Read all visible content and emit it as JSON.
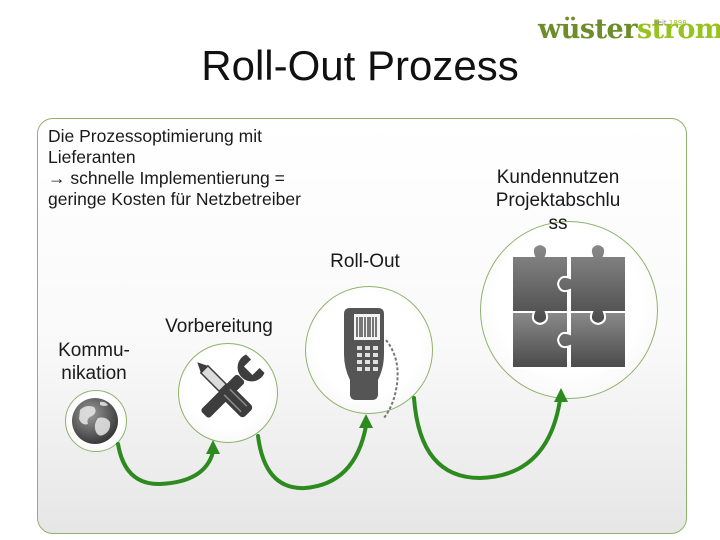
{
  "title": "Roll-Out Prozess",
  "logo": {
    "brand": "wüsterstrom",
    "since_prefix": "seit",
    "since_year": "1898"
  },
  "intro": {
    "line1": "Die Prozessoptimierung mit",
    "line2": "Lieferanten",
    "line3": "schnelle Implementierung =",
    "line4": "geringe Kosten für Netzbetreiber"
  },
  "stages": {
    "kommunikation": {
      "line1": "Kommu-",
      "line2": "nikation",
      "icon": "globe-icon"
    },
    "vorbereitung": {
      "label": "Vorbereitung",
      "icon": "tools-icon"
    },
    "rollout": {
      "label": "Roll-Out",
      "icon": "barcode-scanner-icon"
    },
    "kundennutzen": {
      "line1": "Kundennutzen",
      "line2": "Projektabschlu",
      "line3": "ss",
      "icon": "puzzle-icon"
    }
  },
  "colors": {
    "arrow": "#2d8a1e",
    "circle_border": "#8fb26b",
    "logo_green": "#98c21f",
    "logo_dark": "#6d8c2a"
  }
}
